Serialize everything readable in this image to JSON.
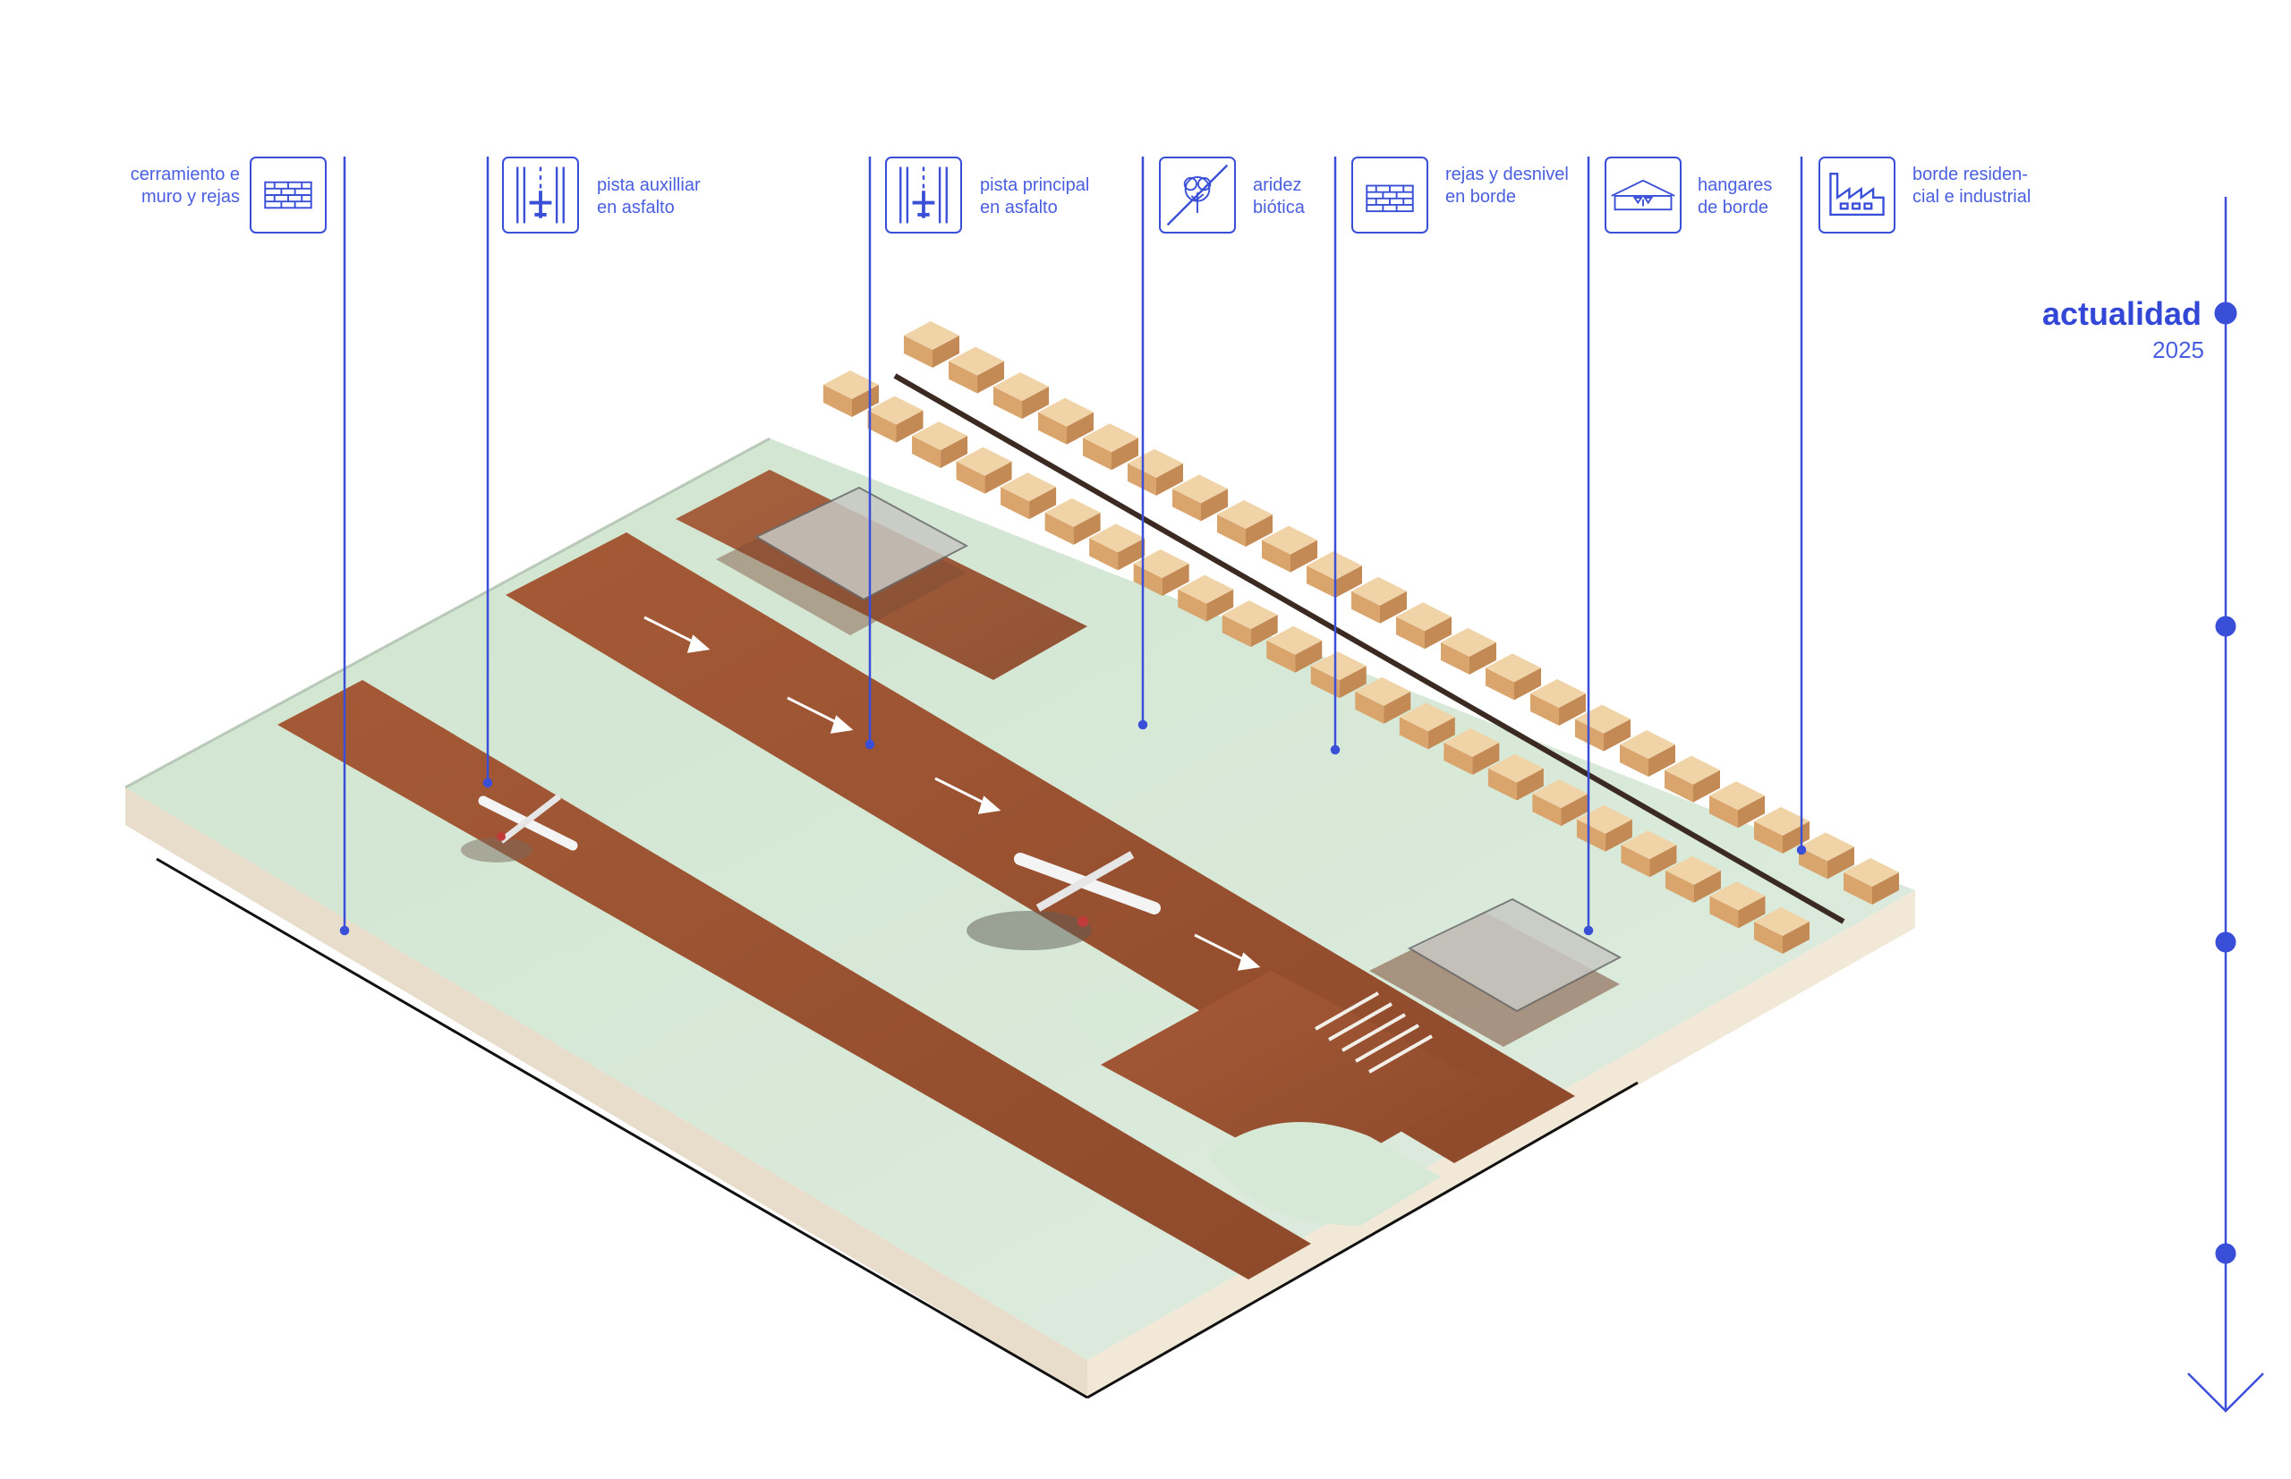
{
  "legend": [
    {
      "id": "fence",
      "icon": "brick-wall-icon",
      "lines": [
        "cerramiento e",
        "muro y rejas"
      ]
    },
    {
      "id": "aux-runway",
      "icon": "runway-plane-icon",
      "lines": [
        "pista auxilliar",
        "en asfalto"
      ]
    },
    {
      "id": "main-runway",
      "icon": "runway-plane-icon",
      "lines": [
        "pista principal",
        "en asfalto"
      ]
    },
    {
      "id": "aridity",
      "icon": "tree-crossed-icon",
      "lines": [
        "aridez",
        "biótica"
      ]
    },
    {
      "id": "edge-fence",
      "icon": "brick-wall-icon",
      "lines": [
        "rejas y desnivel",
        "en borde"
      ]
    },
    {
      "id": "hangars",
      "icon": "hangar-icon",
      "lines": [
        "hangares",
        "de borde"
      ]
    },
    {
      "id": "residential",
      "icon": "factory-icon",
      "lines": [
        "borde residen-",
        "cial e industrial"
      ]
    }
  ],
  "timeline": {
    "title": "actualidad",
    "year": "2025",
    "accent": "#3a4fd8"
  },
  "colors": {
    "asphalt": "#9c5433",
    "grass": "#d6e8d6",
    "base": "#f0e4d2",
    "houses": "#e2b887"
  }
}
